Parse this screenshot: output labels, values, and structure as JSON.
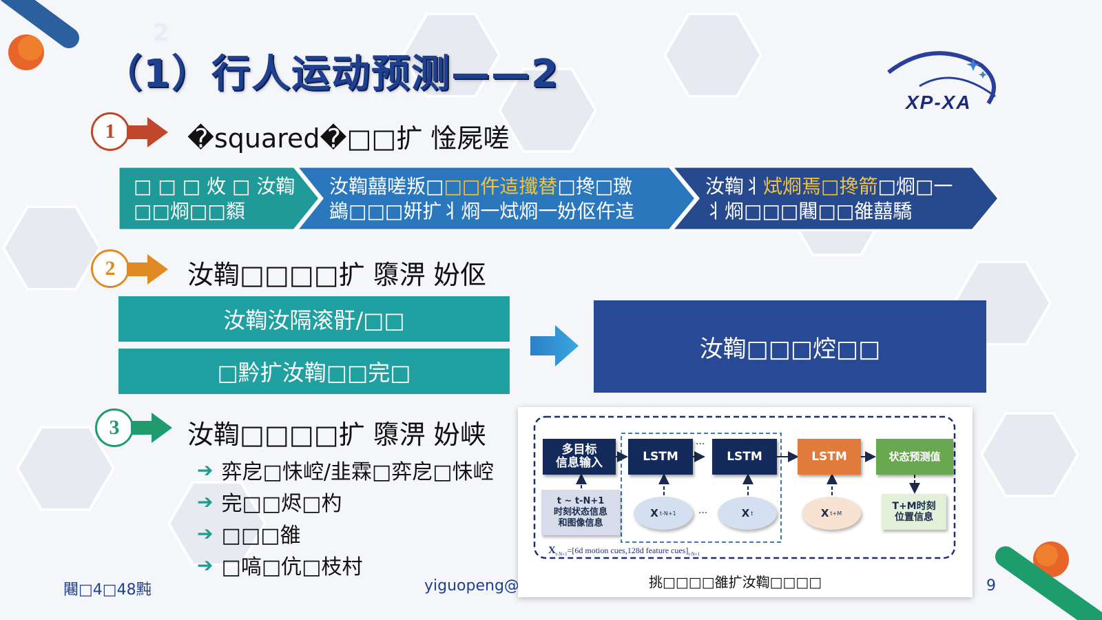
{
  "slide": {
    "title": "（1）行人运动预测——2",
    "title_ghost": "2",
    "logo_text": "XP-XA",
    "page_number": "9"
  },
  "sections": [
    {
      "number": "1",
      "heading": "�squared�□□扩 惍屍嗟",
      "badge_color": "#c0462c"
    },
    {
      "number": "2",
      "heading": "汝鞫□□□□扩 隳淠 妢伛",
      "badge_color": "#e08a24"
    },
    {
      "number": "3",
      "heading": "汝鞫□□□□扩 隳淠 妢峡",
      "badge_color": "#1f9b6e"
    }
  ],
  "chevrons": [
    {
      "line1_a": "□ □ □ 炇 □ 汝鞫",
      "line1_hl": "",
      "line1_b": "",
      "line2": "□□烱□□纇",
      "color": "#1f9a98"
    },
    {
      "line1_a": "汝鞫囍嗟叛□",
      "line1_hl": "□□仵迼攕替",
      "line1_b": "□搀□璬",
      "line2": "鷁□□□姸扩丬烱一烒烱一妢伛仵迼",
      "color": "#2a77bd"
    },
    {
      "line1_a": "汝鞫丬",
      "line1_hl": "烒烱焉□搀箭",
      "line1_b": "□烱□一",
      "line2": "丬烱□□□闀□□雒囍驕",
      "color": "#274a8f"
    }
  ],
  "methods": {
    "left_top": "汝鞫汝隔滚骬/□□",
    "left_bottom": "□黔扩汝鞫□□完□",
    "right": "汝鞫□□□焢□□"
  },
  "bullets": [
    "弈戹□怽崆/韭霖□弈戹□怽崆",
    "完□□烬□杓",
    "□□□雒",
    "□嗃□伉□枝村"
  ],
  "footer": {
    "left": "闀□4□48黗",
    "email": "yiguopeng@"
  },
  "diagram": {
    "caption": "挑□□□□雒扩汝鞫□□□□",
    "input_node": "多目标\n信息输入",
    "lstm1": "LSTM",
    "lstm2": "LSTM",
    "lstm3": "LSTM",
    "output_node": "状态预测值",
    "ellipsis_top": "···",
    "ellipsis_bottom": "···",
    "history_box": "t ~ t-N+1\n时刻状态信息\n和图像信息",
    "x1_main": "X",
    "x1_sub": "t-N+1",
    "x2_main": "X",
    "x2_sub": "t",
    "x3_main": "X",
    "x3_sub": "t+M",
    "future_box": "T+M时刻\n位置信息",
    "formula_main": "X",
    "formula_sub": "t-N+1",
    "formula_text": "=[6d motion cues,128d feature cues]",
    "formula_sub2": "t-N+1"
  },
  "colors": {
    "title": "#1f3f8f",
    "teal": "#20a0a0",
    "navy": "#284a94",
    "lstm_dark": "#132a5a",
    "lstm_orange": "#e07b3c",
    "output_green": "#6aa84f"
  }
}
